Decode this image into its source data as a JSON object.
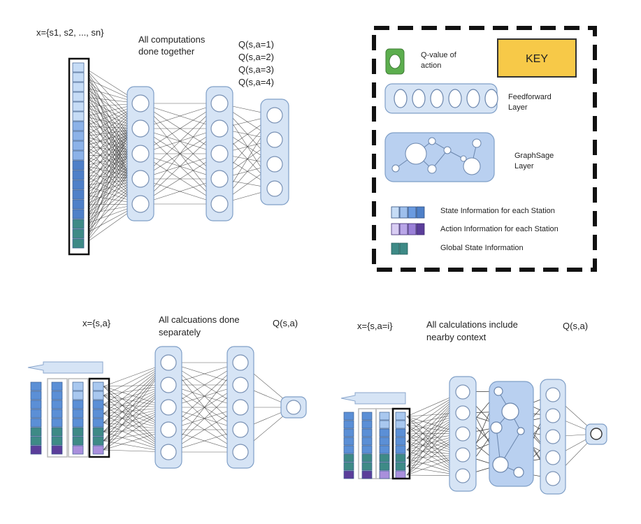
{
  "colors": {
    "layer_fill": "#d6e4f5",
    "layer_stroke": "#7f9fc7",
    "graphsage_fill": "#b9d0f0",
    "key_fill": "#f7c948",
    "key_stroke": "#333333",
    "qvalue_green": "#5cae4e",
    "state_blue": "#5b8fd6",
    "state_light": "#a9c8ef",
    "action_purple": "#5b3e9a",
    "action_light": "#a98fdc",
    "global_teal": "#3e8a86"
  },
  "top": {
    "input_label": "x={s1, s2, ..., sn}",
    "note": [
      "All computations",
      "done together"
    ],
    "outputs": [
      "Q(s,a=1)",
      "Q(s,a=2)",
      "Q(s,a=3)",
      "Q(s,a=4)"
    ]
  },
  "key": {
    "title": "KEY",
    "q_value": [
      "Q-value of",
      "action"
    ],
    "feedforward": [
      "Feedforward",
      "Layer"
    ],
    "graphsage": [
      "GraphSage",
      "Layer"
    ],
    "state_info": "State Information for each Station",
    "action_info": "Action Information for each Station",
    "global_info": "Global State Information"
  },
  "bottom_left": {
    "input_label": "x={s,a}",
    "note": [
      "All calcuations done",
      "separately"
    ],
    "output": "Q(s,a)"
  },
  "bottom_right": {
    "input_label": "x={s,a=i}",
    "note": [
      "All calculations include",
      "nearby context"
    ],
    "output": "Q(s,a)"
  }
}
